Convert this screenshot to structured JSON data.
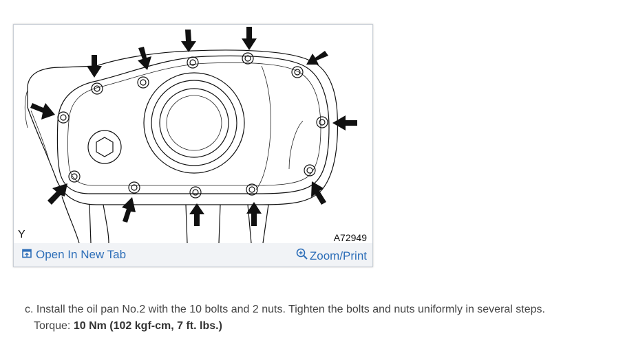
{
  "figure": {
    "corner_mark": "Y",
    "ref_code": "A72949",
    "open_tab_label": "Open In New Tab",
    "zoom_label": "Zoom/Print",
    "link_color": "#2d6eb8",
    "arrow_count": 12
  },
  "step": {
    "text": "c. Install the oil pan No.2 with the 10 bolts and 2 nuts. Tighten the bolts and nuts uniformly in several steps.",
    "torque_label": "Torque:",
    "torque_value": "10 Nm (102 kgf-cm, 7 ft. lbs.)"
  }
}
